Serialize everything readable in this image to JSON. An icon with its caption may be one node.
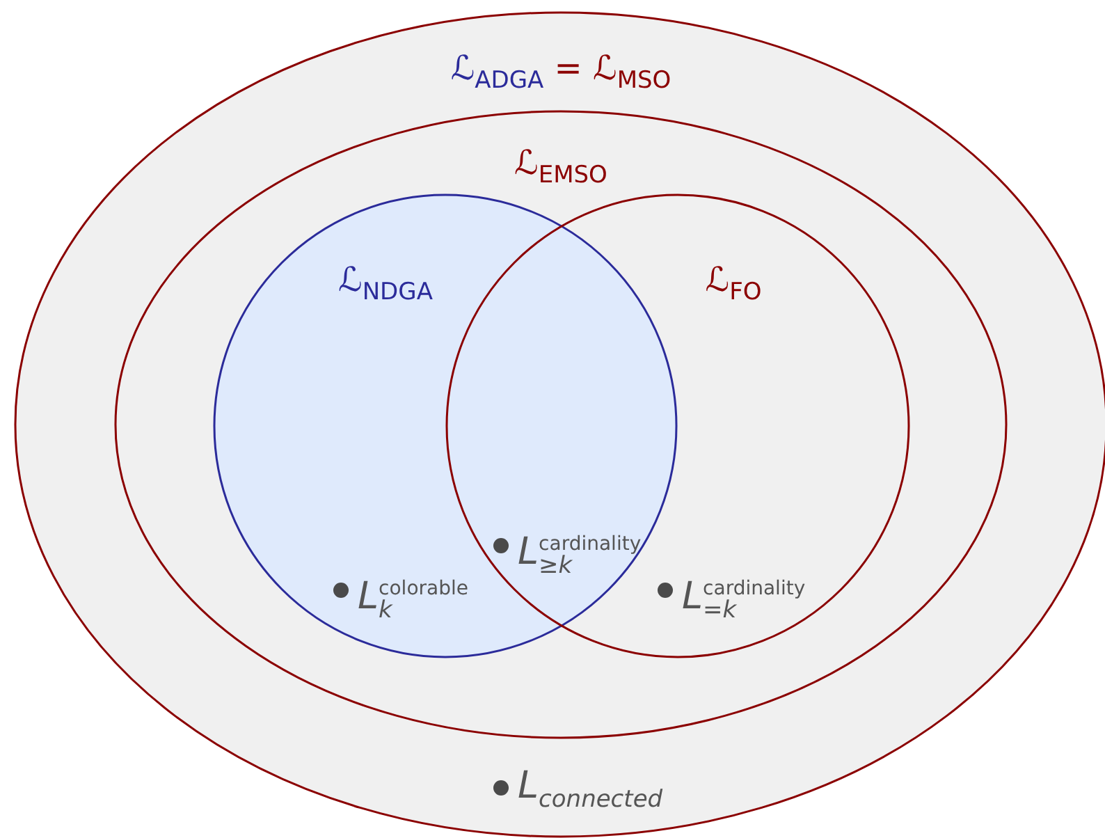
{
  "diagram": {
    "nodes": [
      {
        "text": [
          "ℒ$_{ADGA}$ = ℒ$_{MSO}$"
        ]
      },
      {
        "text": [
          "ℒ$_{EMSO}$"
        ],
        "in": 0
      },
      {
        "text": [
          "ℒ$_{NDGA}$"
        ],
        "in": 1
      },
      {
        "text": [
          "ℒ$_{FO}$"
        ],
        "in": 1
      },
      {
        "text": [
          "L$_{k}$$^{colorable}$"
        ],
        "in": 2
      },
      {
        "text": [
          "L$_{≥k}$$^{cardinality}$"
        ]
      },
      {
        "text": [
          "L$_{=k}$$^{cardinality}$"
        ],
        "in": 3
      },
      {
        "text": [
          "L$_{connected}$"
        ],
        "in": 0
      }
    ],
    "edges": []
  }
}
